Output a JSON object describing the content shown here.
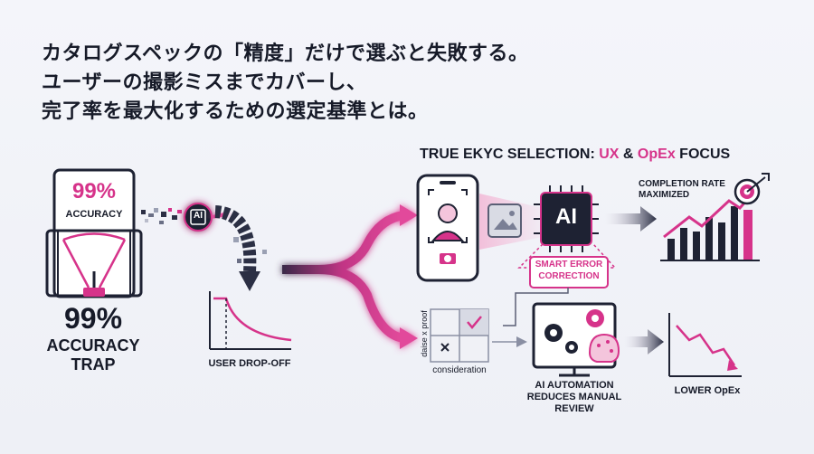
{
  "headline": [
    "カタログスペックの「精度」だけで選ぶと失敗する。",
    "ユーザーの撮影ミスまでカバーし、",
    "完了率を最大化するための選定基準とは。"
  ],
  "trap": {
    "card_percent": "99%",
    "card_label": "ACCURACY",
    "big_percent": "99%",
    "title_line1": "ACCURACY",
    "title_line2": "TRAP",
    "ai_chip": "AI",
    "dropoff_label": "USER DROP-OFF"
  },
  "selection": {
    "title_prefix": "TRUE EKYC SELECTION: ",
    "title_ux": "UX",
    "title_amp": " & ",
    "title_opex": "OpEx",
    "title_suffix": " FOCUS",
    "ai_chip": "AI",
    "smart_line1": "SMART ERROR",
    "smart_line2": "CORRECTION",
    "completion_line1": "COMPLETION RATE",
    "completion_line2": "MAXIMIZED",
    "matrix_ylabel": "daise x proof",
    "matrix_xlabel": "consideration",
    "automation_line1": "AI AUTOMATION",
    "automation_line2": "REDUCES MANUAL",
    "automation_line3": "REVIEW",
    "lower_opex": "LOWER OpEx"
  },
  "colors": {
    "accent": "#d6338a",
    "navy": "#1e2233",
    "gray": "#8a8fa3"
  }
}
